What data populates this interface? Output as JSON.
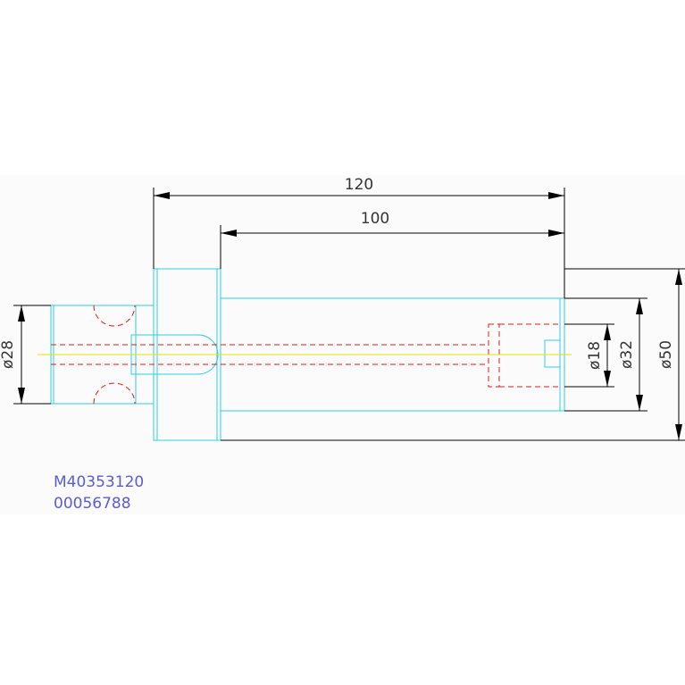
{
  "drawing": {
    "dimensions": {
      "length_total": "120",
      "length_body": "100",
      "dia_left": "ø28",
      "dia_bore": "ø18",
      "dia_body": "ø32",
      "dia_flange": "ø50"
    },
    "codes": {
      "part_number": "M40353120",
      "serial": "00056788"
    }
  }
}
